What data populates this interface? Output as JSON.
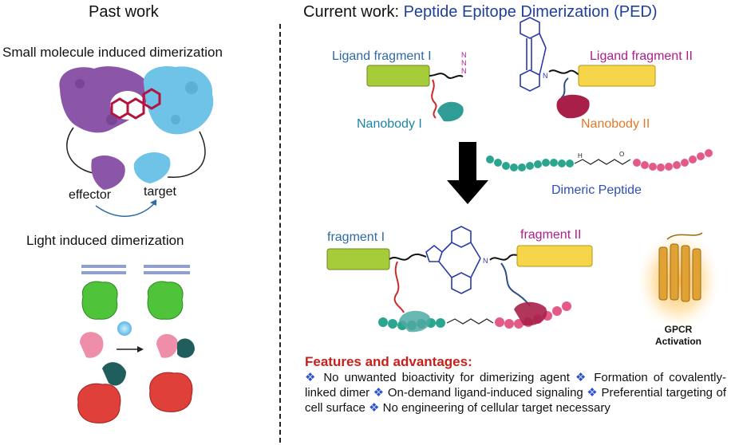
{
  "past": {
    "title": "Past work",
    "small_molecule": "Small molecule induced dimerization",
    "effector": "effector",
    "target": "target",
    "light": "Light induced dimerization"
  },
  "current": {
    "title_prefix": "Current work: ",
    "title_highlight": "Peptide Epitope Dimerization (PED)",
    "ligand_fragment_1": "Ligand fragment I",
    "ligand_fragment_2": "Ligand fragment II",
    "nanobody_1": "Nanobody I",
    "nanobody_2": "Nanobody II",
    "dimeric_peptide": "Dimeric Peptide",
    "fragment_1": "fragment I",
    "fragment_2": "fragment II",
    "gpcr_line1": "GPCR",
    "gpcr_line2": "Activation",
    "azide": "N=N+N−",
    "chem_n": "N",
    "chem_h": "H",
    "chem_o": "O"
  },
  "features": {
    "title": "Features and advantages:",
    "items": [
      "No unwanted bioactivity for dimerizing agent",
      "Formation of covalently-linked dimer",
      "On-demand ligand-induced signaling",
      "Preferential targeting of cell surface",
      "No engineering of cellular target necessary"
    ],
    "bullet": "❖"
  },
  "colors": {
    "green_fragment": "#a6cc3a",
    "yellow_fragment": "#f7d54a",
    "nanobody_teal": "#2f9d95",
    "nanobody_crimson": "#a8204a",
    "peptide_teal": "#2aa58f",
    "peptide_pink": "#e45a86",
    "protein_purple": "#8b55a8",
    "protein_blue": "#6fc3e6"
  }
}
